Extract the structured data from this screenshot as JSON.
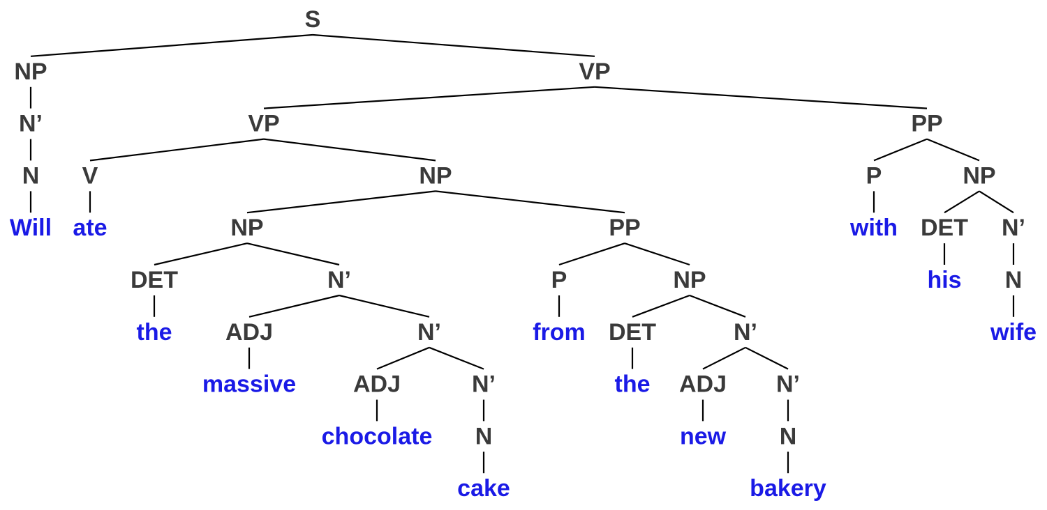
{
  "colors": {
    "category": "#3a3a3a",
    "word": "#1a1ae6",
    "edge": "#000000"
  },
  "tree": {
    "label": "S",
    "children": [
      {
        "label": "NP",
        "children": [
          {
            "label": "N’",
            "children": [
              {
                "label": "N",
                "children": [
                  {
                    "label": "Will",
                    "word": true
                  }
                ]
              }
            ]
          }
        ]
      },
      {
        "label": "VP",
        "children": [
          {
            "label": "VP",
            "children": [
              {
                "label": "V",
                "children": [
                  {
                    "label": "ate",
                    "word": true
                  }
                ]
              },
              {
                "label": "NP",
                "children": [
                  {
                    "label": "NP",
                    "children": [
                      {
                        "label": "DET",
                        "children": [
                          {
                            "label": "the",
                            "word": true
                          }
                        ]
                      },
                      {
                        "label": "N’",
                        "children": [
                          {
                            "label": "ADJ",
                            "children": [
                              {
                                "label": "massive",
                                "word": true
                              }
                            ]
                          },
                          {
                            "label": "N’",
                            "children": [
                              {
                                "label": "ADJ",
                                "children": [
                                  {
                                    "label": "chocolate",
                                    "word": true
                                  }
                                ]
                              },
                              {
                                "label": "N’",
                                "children": [
                                  {
                                    "label": "N",
                                    "children": [
                                      {
                                        "label": "cake",
                                        "word": true
                                      }
                                    ]
                                  }
                                ]
                              }
                            ]
                          }
                        ]
                      }
                    ]
                  },
                  {
                    "label": "PP",
                    "children": [
                      {
                        "label": "P",
                        "children": [
                          {
                            "label": "from",
                            "word": true
                          }
                        ]
                      },
                      {
                        "label": "NP",
                        "children": [
                          {
                            "label": "DET",
                            "children": [
                              {
                                "label": "the",
                                "word": true
                              }
                            ]
                          },
                          {
                            "label": "N’",
                            "children": [
                              {
                                "label": "ADJ",
                                "children": [
                                  {
                                    "label": "new",
                                    "word": true
                                  }
                                ]
                              },
                              {
                                "label": "N’",
                                "children": [
                                  {
                                    "label": "N",
                                    "children": [
                                      {
                                        "label": "bakery",
                                        "word": true
                                      }
                                    ]
                                  }
                                ]
                              }
                            ]
                          }
                        ]
                      }
                    ]
                  }
                ]
              }
            ]
          },
          {
            "label": "PP",
            "children": [
              {
                "label": "P",
                "children": [
                  {
                    "label": "with",
                    "word": true
                  }
                ]
              },
              {
                "label": "NP",
                "children": [
                  {
                    "label": "DET",
                    "children": [
                      {
                        "label": "his",
                        "word": true
                      }
                    ]
                  },
                  {
                    "label": "N’",
                    "children": [
                      {
                        "label": "N",
                        "children": [
                          {
                            "label": "wife",
                            "word": true
                          }
                        ]
                      }
                    ]
                  }
                ]
              }
            ]
          }
        ]
      }
    ]
  }
}
